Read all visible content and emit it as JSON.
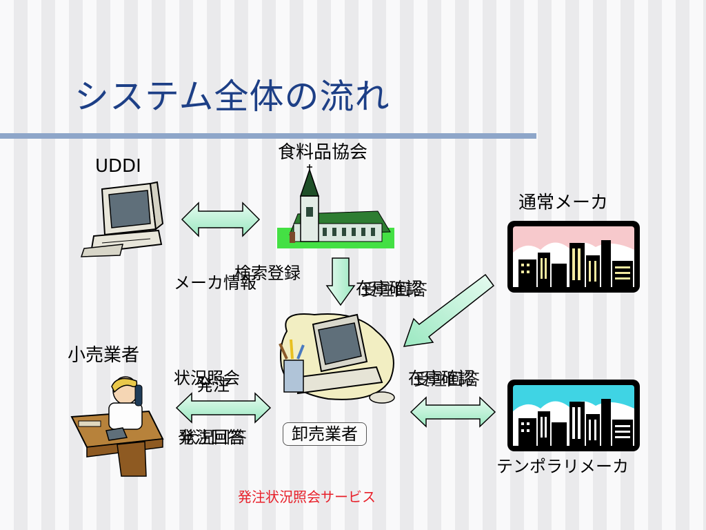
{
  "slide": {
    "title": "システム全体の流れ",
    "accent_color": "#1d3f86",
    "rule_color": "#8ea6c9",
    "caption_color": "#e8202a"
  },
  "actors": {
    "uddi": "UDDI",
    "association": "食料品協会",
    "regular_maker": "通常メーカ",
    "retailer": "小売業者",
    "wholesaler": "卸売業者",
    "temporary_maker": "テンポラリメーカ"
  },
  "arrow_labels": {
    "maker_info": "メーカ情報",
    "search_register": "検索登録",
    "stock_check_top_a": "在庫確認",
    "stock_check_top_b": "受注回答",
    "status_inquiry": "状況照会",
    "order": "発注",
    "order_reply": "発注回答",
    "status_reply": "状況回答",
    "stock_check_bottom_a": "在庫確認",
    "stock_check_bottom_b": "受注回答"
  },
  "icons": {
    "uddi": "computer-icon",
    "association": "church-icon",
    "regular_maker": "city-skyline-icon",
    "retailer": "person-on-phone-icon",
    "wholesaler": "computer-with-pens-icon",
    "temporary_maker": "city-skyline-icon"
  },
  "caption": "発注状況照会サービス"
}
